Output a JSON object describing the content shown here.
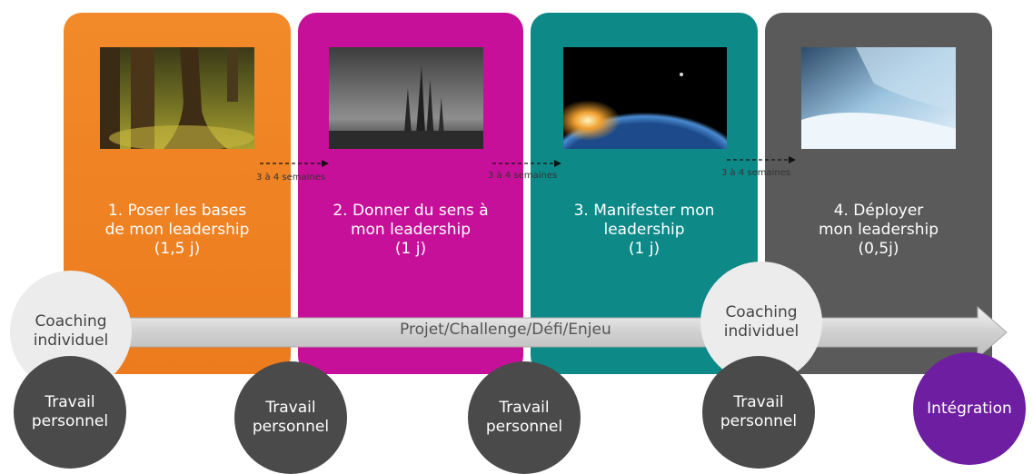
{
  "phases": [
    {
      "title": "1. Poser les bases\nde mon leadership\n(1,5 j)",
      "color": "#ec7b1d",
      "image": "forest-trees-photo"
    },
    {
      "title": "2. Donner du sens à\nmon leadership\n(1 j)",
      "color": "#c7109a",
      "image": "spires-landscape-photo"
    },
    {
      "title": "3. Manifester mon\nleadership\n(1 j)",
      "color": "#0d8a88",
      "image": "earth-sunrise-photo"
    },
    {
      "title": "4. Déployer\nmon leadership\n(0,5j)",
      "color": "#5a5a5a",
      "image": "waterfall-photo"
    }
  ],
  "gaps": [
    {
      "label": "3 à 4 semaines"
    },
    {
      "label": "3 à 4 semaines"
    },
    {
      "label": "3 à 4 semaines"
    }
  ],
  "timeline": {
    "label": "Projet/Challenge/Défi/Enjeu"
  },
  "coaching": [
    {
      "label": "Coaching\nindividuel"
    },
    {
      "label": "Coaching\nindividuel"
    }
  ],
  "work": [
    {
      "label": "Travail\npersonnel"
    },
    {
      "label": "Travail\npersonnel"
    },
    {
      "label": "Travail\npersonnel"
    },
    {
      "label": "Travail\npersonnel"
    }
  ],
  "integration": {
    "label": "Intégration",
    "color": "#6e1ea0"
  }
}
